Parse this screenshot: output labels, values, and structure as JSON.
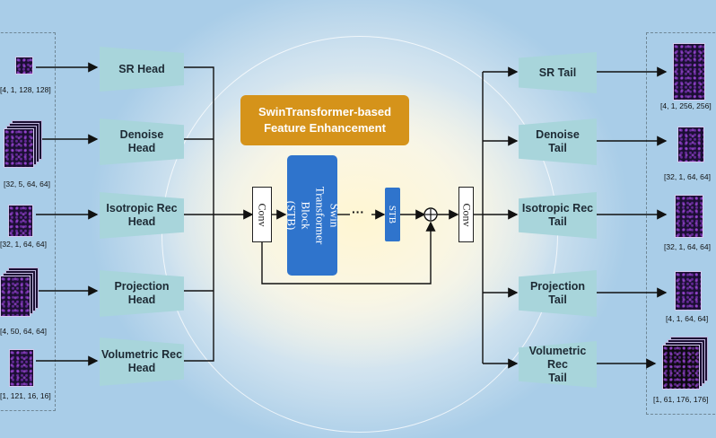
{
  "heads": [
    {
      "label": "SR Head",
      "dims": "[4, 1, 128, 128]"
    },
    {
      "label": "Denoise\nHead",
      "dims": "[32, 5, 64, 64]"
    },
    {
      "label": "Isotropic Rec\nHead",
      "dims": "[32, 1, 64, 64]"
    },
    {
      "label": "Projection\nHead",
      "dims": "[4, 50, 64, 64]"
    },
    {
      "label": "Volumetric Rec\nHead",
      "dims": "[1, 121, 16, 16]"
    }
  ],
  "tails": [
    {
      "label": "SR Tail",
      "dims": "[4, 1, 256, 256]"
    },
    {
      "label": "Denoise\nTail",
      "dims": "[32, 1, 64, 64]"
    },
    {
      "label": "Isotropic Rec\nTail",
      "dims": "[32, 1, 64, 64]"
    },
    {
      "label": "Projection\nTail",
      "dims": "[4, 1, 64, 64]"
    },
    {
      "label": "Volumetric Rec\nTail",
      "dims": "[1, 61, 176, 176]"
    }
  ],
  "center": {
    "title": "SwinTransformer-based\nFeature Enhancement",
    "conv_in": "Conv",
    "conv_out": "Conv",
    "stb_block": "Swin Transformer\nBlock (STB)",
    "stb_short": "STB",
    "ellipsis": "···",
    "sum_symbol": "+"
  },
  "colors": {
    "head_tail_fill": "#a8d5db",
    "title_fill": "#d5931a",
    "stb_fill": "#2f74cc",
    "image_fill": "#1b0f33"
  }
}
